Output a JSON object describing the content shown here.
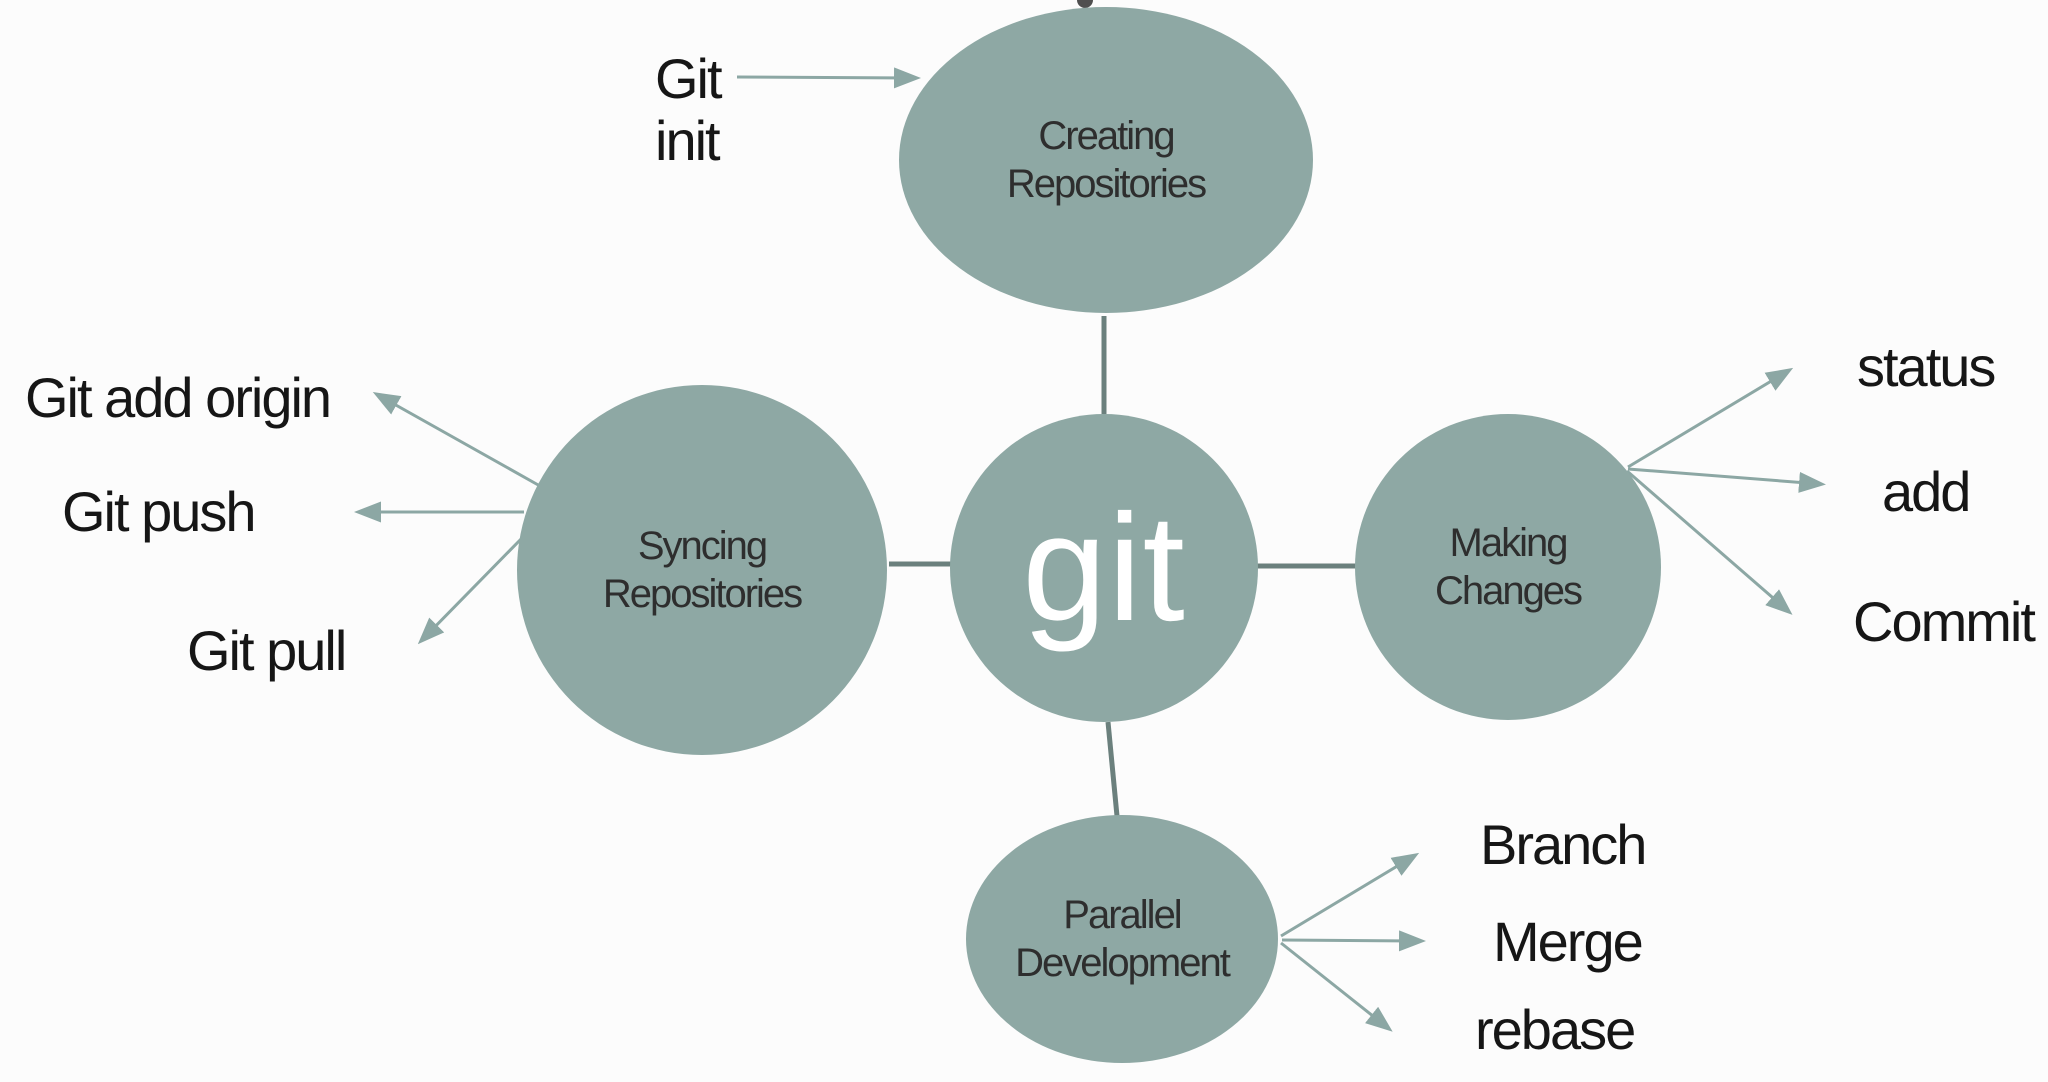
{
  "background": "#fcfcfc",
  "palette": {
    "node_fill": "#8ea8a4",
    "connector": "#6b807d",
    "arrow": "#8ca7a4",
    "node_text": "#2e2e2e",
    "label_text": "#161616",
    "center_text": "#ffffff",
    "top_dot": "#4f4f4f"
  },
  "nodes": {
    "center": {
      "label": "git"
    },
    "top": {
      "label": "Creating\nRepositories"
    },
    "left": {
      "label": "Syncing\nRepositories"
    },
    "right": {
      "label": "Making\nChanges"
    },
    "bottom": {
      "label": "Parallel\nDevelopment"
    }
  },
  "labels": {
    "git_init": "Git\ninit",
    "git_add_origin": "Git add origin",
    "git_push": "Git push",
    "git_pull": "Git pull",
    "status": "status",
    "add": "add",
    "commit": "Commit",
    "branch": "Branch",
    "merge": "Merge",
    "rebase": "rebase"
  }
}
